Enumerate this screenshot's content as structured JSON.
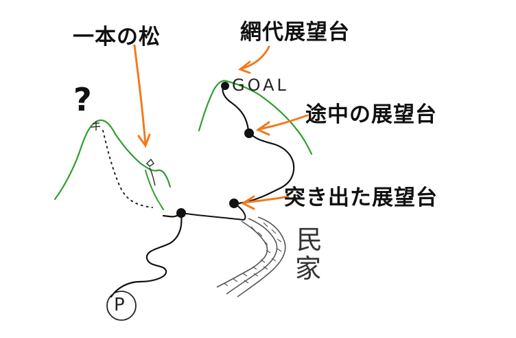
{
  "labels": {
    "pine": "一本の松",
    "ajiro": "網代展望台",
    "midway": "途中の展望台",
    "jutting": "突き出た展望台",
    "goal": "GOAL",
    "question": "?",
    "parking": "P",
    "house_top": "民",
    "house_bottom": "家"
  },
  "colors": {
    "ridge": "#2e9e2e",
    "arrow": "#f07a1e",
    "trail": "#111111",
    "road": "#444444"
  }
}
